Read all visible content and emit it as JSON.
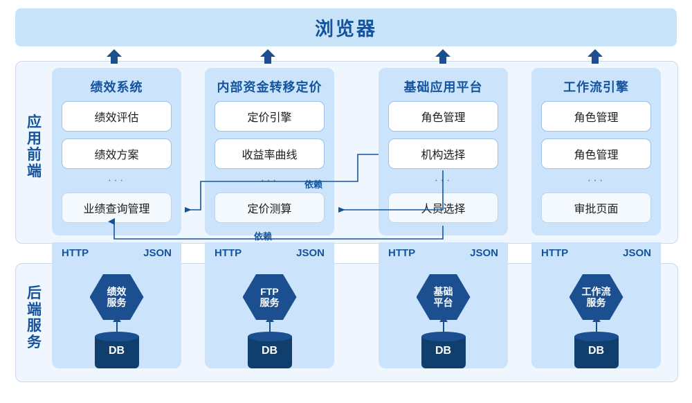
{
  "browser": {
    "title": "浏览器"
  },
  "layers": {
    "frontend_label": "应用前端",
    "backend_label": "后端服务"
  },
  "protocol": {
    "request": "HTTP",
    "response": "JSON"
  },
  "dots": "···",
  "dependency_label": "依赖",
  "database_label": "DB",
  "columns": [
    {
      "title": "绩效系统",
      "modules": [
        "绩效评估",
        "绩效方案",
        "业绩查询管理"
      ],
      "service": [
        "绩效",
        "服务"
      ],
      "db": "DB"
    },
    {
      "title": "内部资金转移定价",
      "modules": [
        "定价引擎",
        "收益率曲线",
        "定价测算"
      ],
      "service": [
        "FTP",
        "服务"
      ],
      "db": "DB"
    },
    {
      "title": "基础应用平台",
      "modules": [
        "角色管理",
        "机构选择",
        "人员选择"
      ],
      "service": [
        "基础",
        "平台"
      ],
      "db": "DB"
    },
    {
      "title": "工作流引擎",
      "modules": [
        "角色管理",
        "角色管理",
        "审批页面"
      ],
      "service": [
        "工作流",
        "服务"
      ],
      "db": "DB"
    }
  ],
  "dependencies": [
    {
      "from": "机构选择",
      "to": "业绩查询管理",
      "label": "依赖"
    },
    {
      "from": "机构选择",
      "to": "定价测算",
      "label": "依赖"
    },
    {
      "from": "人员选择",
      "to": "业绩查询管理",
      "label": "依赖"
    }
  ],
  "colors": {
    "browser_bg": "#c9e3f9",
    "layer_bg": "#f0f6fd",
    "column_bg": "#cbe4fb",
    "title_blue": "#14539e",
    "service_navy": "#1b4f8f",
    "db_navy": "#103f6e",
    "module_bg": "#ffffff"
  }
}
